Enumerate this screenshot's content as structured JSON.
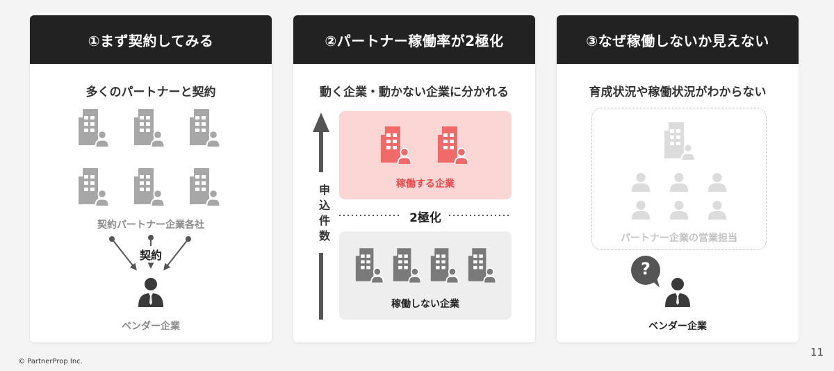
{
  "colors": {
    "header_bg": "#222222",
    "icon_gray": "#a7a7a7",
    "icon_dark": "#7a7a7a",
    "icon_light": "#dcdcdc",
    "accent_red": "#f06a6a",
    "red_text": "#e84b4b",
    "red_bg": "#fcd5d5"
  },
  "cards": [
    {
      "title": "①まず契約してみる",
      "subtitle": "多くのパートナーと契約",
      "partners_label": "契約パートナー企業各社",
      "contract_label": "契約",
      "vendor_label": "ベンダー企業",
      "icons": [
        "building-person-icon",
        "arrow-icon",
        "person-icon"
      ]
    },
    {
      "title": "②パートナー稼働率が2極化",
      "subtitle": "動く企業・動かない企業に分かれる",
      "active_label": "稼働する企業",
      "divider_label": "2極化",
      "inactive_label": "稼働しない企業",
      "axis_label": "申込件数",
      "icons": [
        "building-person-icon",
        "up-arrow-icon"
      ]
    },
    {
      "title": "③なぜ稼働しないか見えない",
      "subtitle": "育成状況や稼働状況がわからない",
      "sales_label": "パートナー企業の営業担当",
      "question_mark": "?",
      "vendor_label": "ベンダー企業",
      "icons": [
        "building-person-icon",
        "person-icon",
        "question-bubble-icon"
      ]
    }
  ],
  "footer": {
    "copyright": "© PartnerProp Inc.",
    "page_number": "11"
  }
}
